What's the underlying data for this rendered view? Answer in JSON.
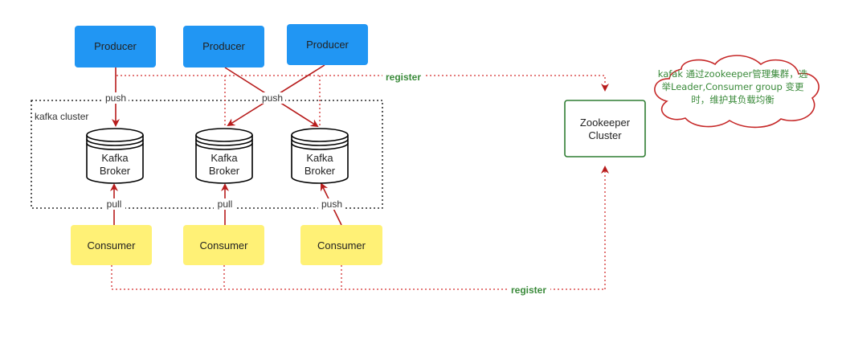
{
  "producers": [
    {
      "label": "Producer"
    },
    {
      "label": "Producer"
    },
    {
      "label": "Producer"
    }
  ],
  "cluster": {
    "label": "kafka cluster"
  },
  "brokers": [
    {
      "line1": "Kafka",
      "line2": "Broker"
    },
    {
      "line1": "Kafka",
      "line2": "Broker"
    },
    {
      "line1": "Kafka",
      "line2": "Broker"
    }
  ],
  "consumers": [
    {
      "label": "Consumer"
    },
    {
      "label": "Consumer"
    },
    {
      "label": "Consumer"
    }
  ],
  "zookeeper": {
    "line1": "Zookeeper",
    "line2": "Cluster"
  },
  "edge_labels": {
    "push_1": "push",
    "push_2": "push",
    "push_3": "push",
    "pull_1": "pull",
    "pull_2": "pull",
    "register_top": "register",
    "register_bottom": "register"
  },
  "note": {
    "line1": "kafak 通过zookeeper管理集群，选",
    "line2": "举Leader,Consumer group 变更",
    "line3": "时，维护其负载均衡"
  },
  "colors": {
    "producer_fill": "#2196f3",
    "consumer_fill": "#fff176",
    "arrow": "#b71c1c",
    "dotted": "#d32f2f",
    "zookeeper_border": "#2e7d32",
    "cloud_border": "#c62828",
    "register_text": "#3a8a3a"
  }
}
